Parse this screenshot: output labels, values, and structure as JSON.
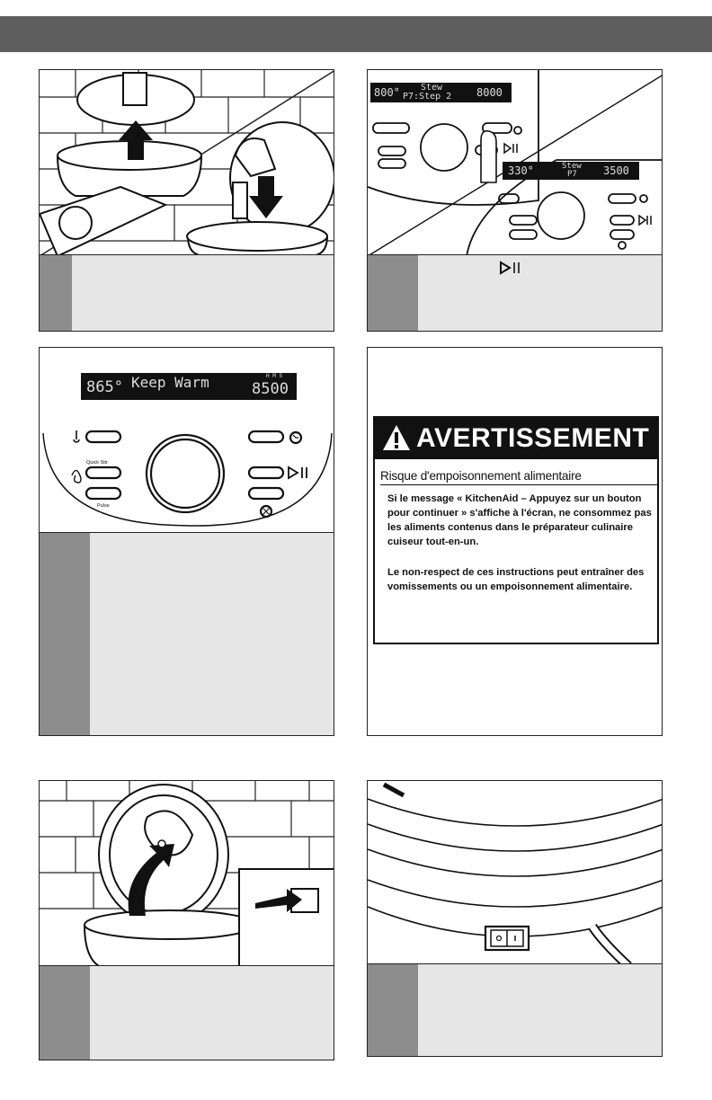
{
  "lcd_panel1": {
    "temp": "800°",
    "line1": "Stew",
    "line2": "P7:Step 2",
    "time": "8000"
  },
  "lcd_panel1b": {
    "temp": "330°",
    "line1": "Stew",
    "line2": "P7",
    "time": "3500"
  },
  "lcd_panel3": {
    "temp": "865°",
    "mode": "Keep Warm",
    "time": "8500",
    "units": "H M S"
  },
  "controls": {
    "quick_stir": "Quick Stir",
    "pulse": "Pulse"
  },
  "step2_caption_icon": "play-pause-icon",
  "warning": {
    "heading": "AVERTISSEMENT",
    "subheading": "Risque d'empoisonnement alimentaire",
    "paragraph1": "Si le message « KitchenAid – Appuyez sur un bouton pour continuer » s'affiche à l'écran, ne consommez pas les aliments contenus dans le préparateur culinaire cuiseur tout-en-un.",
    "paragraph2": "Le non-respect de ces instructions peut entraîner des vomissements ou un empoisonnement alimentaire."
  },
  "colors": {
    "header_bar": "#5e5e5e",
    "step_bar": "#8d8d8d",
    "caption_bg": "#e6e6e6"
  }
}
